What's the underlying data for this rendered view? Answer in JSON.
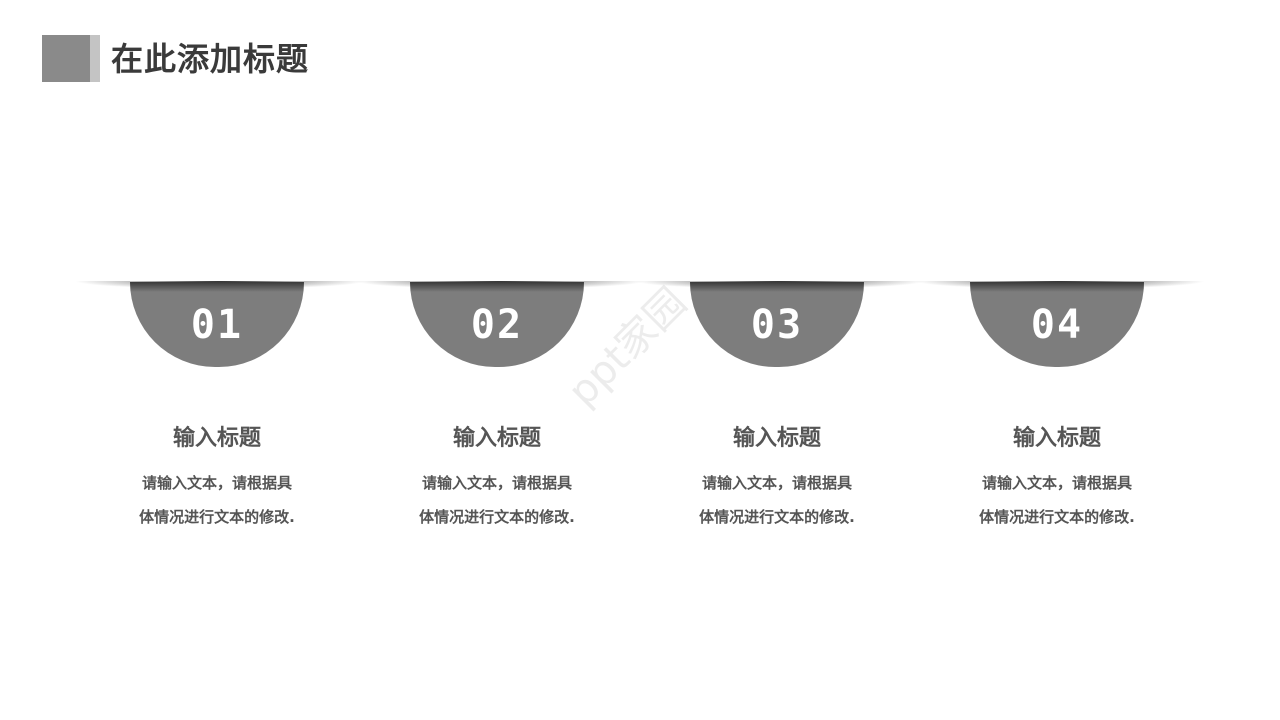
{
  "header": {
    "title": "在此添加标题",
    "block_color": "#8a8a8a",
    "accent_color": "#c4c4c4"
  },
  "items": [
    {
      "number": "01",
      "title": "输入标题",
      "desc_line1": "请输入文本，请根据具",
      "desc_line2": "体情况进行文本的修改."
    },
    {
      "number": "02",
      "title": "输入标题",
      "desc_line1": "请输入文本，请根据具",
      "desc_line2": "体情况进行文本的修改."
    },
    {
      "number": "03",
      "title": "输入标题",
      "desc_line1": "请输入文本，请根据具",
      "desc_line2": "体情况进行文本的修改."
    },
    {
      "number": "04",
      "title": "输入标题",
      "desc_line1": "请输入文本，请根据具",
      "desc_line2": "体情况进行文本的修改."
    }
  ],
  "colors": {
    "circle": "#7d7d7d",
    "text": "#555555",
    "title_text": "#3a3a3a"
  },
  "watermark": "ppt家园"
}
